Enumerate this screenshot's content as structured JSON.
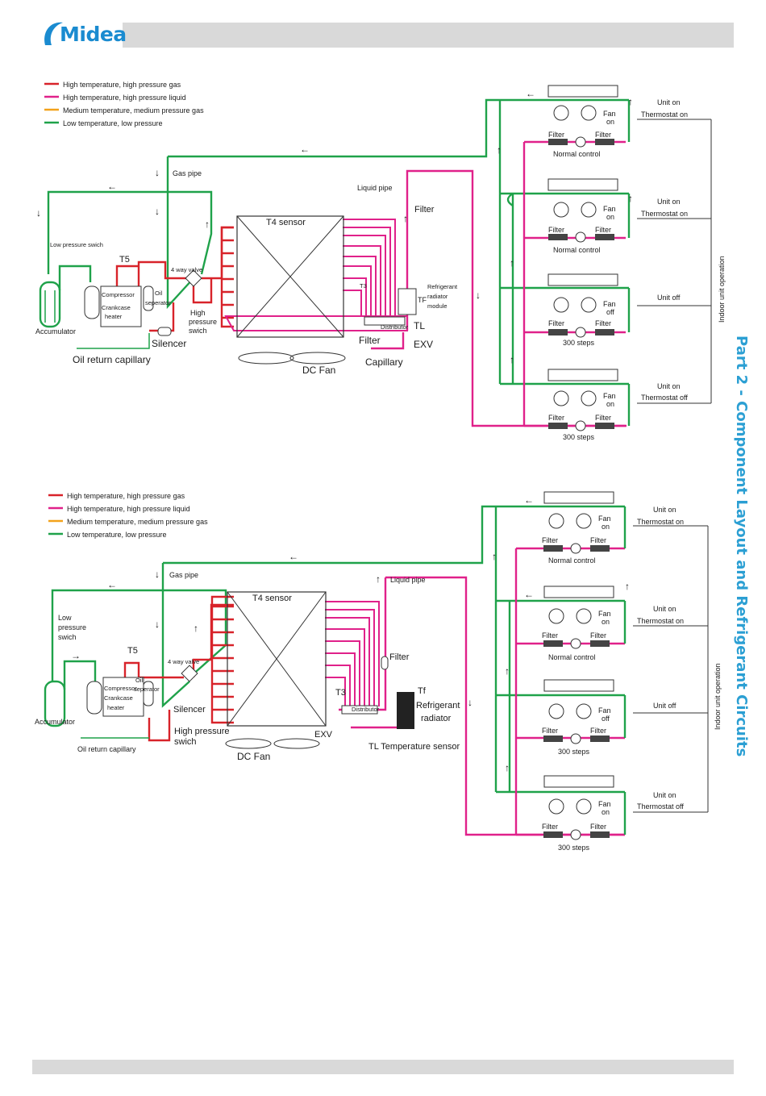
{
  "brand": {
    "name": "Midea",
    "color": "#1a8bd0"
  },
  "side_title": "Part 2 - Component Layout and Refrigerant Circuits",
  "colors": {
    "hot_gas": "#d8232a",
    "hot_liquid": "#e0218a",
    "medium": "#f3a21b",
    "low": "#1fa24a",
    "title": "#2b9fd3"
  },
  "diagram1": {
    "legend": [
      "High temperature, high pressure gas",
      "High temperature, high pressure liquid",
      "Medium temperature, medium pressure gas",
      "Low temperature, low pressure"
    ],
    "labels": {
      "gas_pipe": "Gas pipe",
      "liquid_pipe": "Liquid pipe",
      "filter": "Filter",
      "t4": "T4  sensor",
      "low_pressure_switch": "Low pressure swich",
      "t5": "T5",
      "four_way": "4 way valve",
      "compressor": "Compressor",
      "crankcase": "Crankcase",
      "heater": "heater",
      "oil": "Oil",
      "seperator": "seperator",
      "accumulator": "Accumulator",
      "high": "High",
      "pressure": "pressure",
      "swich": "swich",
      "silencer": "Silencer",
      "oil_return": "Oil return capillary",
      "dc_fan": "DC Fan",
      "t3": "T3",
      "distributor": "Distributor",
      "capillary": "Capillary",
      "tl": "TL",
      "exv": "EXV",
      "tf": "TF",
      "rad1": "Refrigerant",
      "rad2": "radiator",
      "rad3": "module"
    },
    "units": [
      {
        "state1": "Unit on",
        "state2": "Thermostat on",
        "fan1": "Fan",
        "fan2": "on",
        "control": "Normal control"
      },
      {
        "state1": "Unit on",
        "state2": "Thermostat on",
        "fan1": "Fan",
        "fan2": "on",
        "control": "Normal control"
      },
      {
        "state1": "Unit off",
        "state2": "",
        "fan1": "Fan",
        "fan2": "off",
        "control": "300 steps"
      },
      {
        "state1": "Unit on",
        "state2": "Thermostat off",
        "fan1": "Fan",
        "fan2": "on",
        "control": "300 steps"
      }
    ],
    "indoor_label": "Indoor unit operation"
  },
  "diagram2": {
    "legend": [
      "High temperature, high pressure gas",
      "High temperature, high pressure liquid",
      "Medium temperature, medium pressure gas",
      "Low temperature, low pressure"
    ],
    "labels": {
      "gas_pipe": "Gas pipe",
      "liquid_pipe": "Liquid pipe",
      "filter": "Filter",
      "t4": "T4 sensor",
      "low": "Low",
      "pressure": "pressure",
      "swich": "swich",
      "t5": "T5",
      "four_way": "4 way valve",
      "compressor": "Compressor",
      "crankcase": "Crankcase",
      "heater": "heater",
      "oil": "Oil",
      "seperator": "seperator",
      "accumulator": "Accumulator",
      "silencer": "Silencer",
      "high_pressure_swich": "High pressure",
      "swich2": "swich",
      "oil_return": "Oil return capillary",
      "dc_fan": "DC Fan",
      "t3": "T3",
      "distributor": "Distributor",
      "exv": "EXV",
      "tf": "Tf",
      "rad1": "Refrigerant",
      "rad2": "radiator",
      "tl_sensor": "TL Temperature sensor"
    },
    "units": [
      {
        "state1": "Unit on",
        "state2": "Thermostat on",
        "fan1": "Fan",
        "fan2": "on",
        "control": "Normal control"
      },
      {
        "state1": "Unit on",
        "state2": "Thermostat on",
        "fan1": "Fan",
        "fan2": "on",
        "control": "Normal control"
      },
      {
        "state1": "Unit off",
        "state2": "",
        "fan1": "Fan",
        "fan2": "off",
        "control": "300 steps"
      },
      {
        "state1": "Unit on",
        "state2": "Thermostat off",
        "fan1": "Fan",
        "fan2": "on",
        "control": "300 steps"
      }
    ],
    "indoor_label": "Indoor unit operation"
  }
}
